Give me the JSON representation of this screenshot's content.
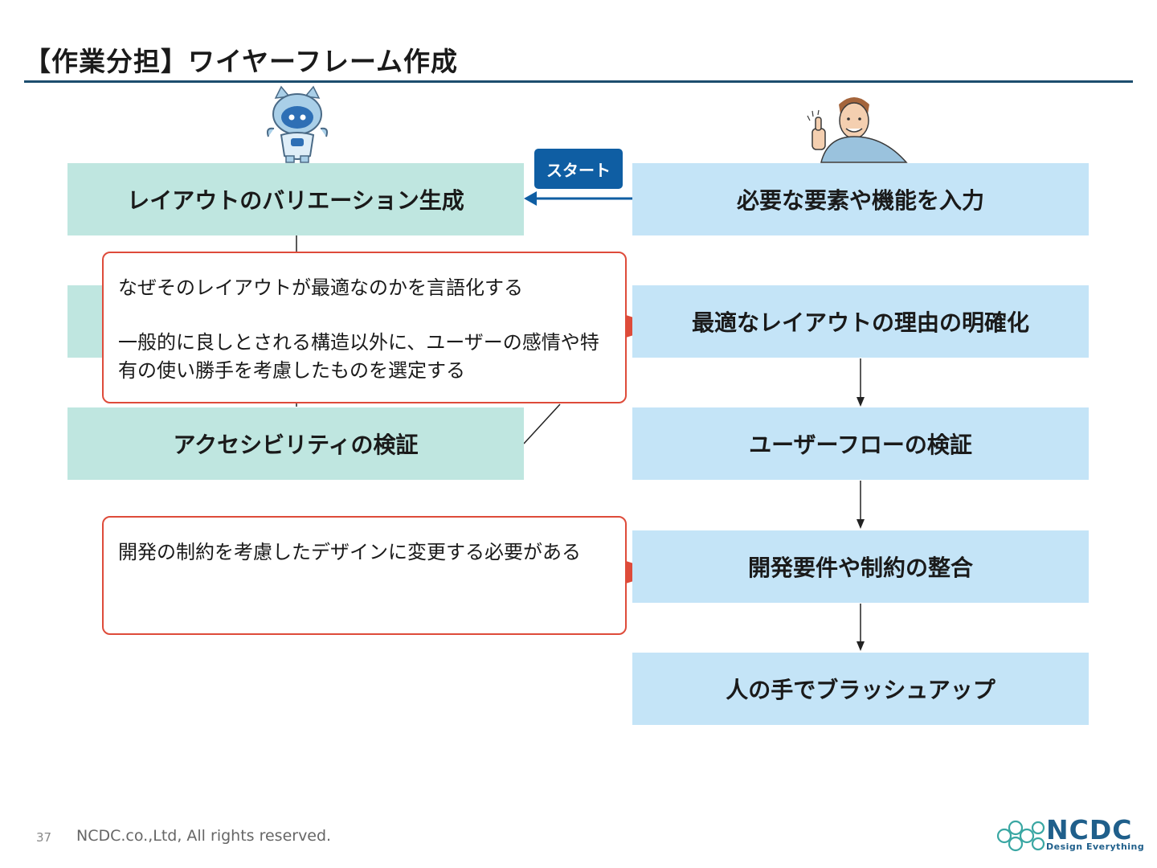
{
  "slide": {
    "title": "【作業分担】ワイヤーフレーム作成"
  },
  "ai_column": {
    "steps": [
      "レイアウトのバリエーション生成",
      "アクセシビリティの検証"
    ]
  },
  "human_column": {
    "steps": [
      "必要な要素や機能を入力",
      "最適なレイアウトの理由の明確化",
      "ユーザーフローの検証",
      "開発要件や制約の整合",
      "人の手でブラッシュアップ"
    ]
  },
  "start_label": "スタート",
  "callouts": {
    "first": {
      "line1": "なぜそのレイアウトが最適なのかを言語化する",
      "line2": "一般的に良しとされる構造以外に、ユーザーの感情や特有の使い勝手を考慮したものを選定する"
    },
    "second": {
      "text": "開発の制約を考慮したデザインに変更する必要がある"
    }
  },
  "footer": {
    "page_number": "37",
    "copyright": "NCDC.co.,Ltd, All rights reserved."
  },
  "brand": {
    "name": "NCDC",
    "tagline": "Design Everything"
  },
  "colors": {
    "title_rule": "#1c4d6e",
    "ai_box": "#bfe6e0",
    "human_box": "#c4e4f7",
    "callout_border": "#de4b3a",
    "start_badge": "#0f5ea3"
  }
}
